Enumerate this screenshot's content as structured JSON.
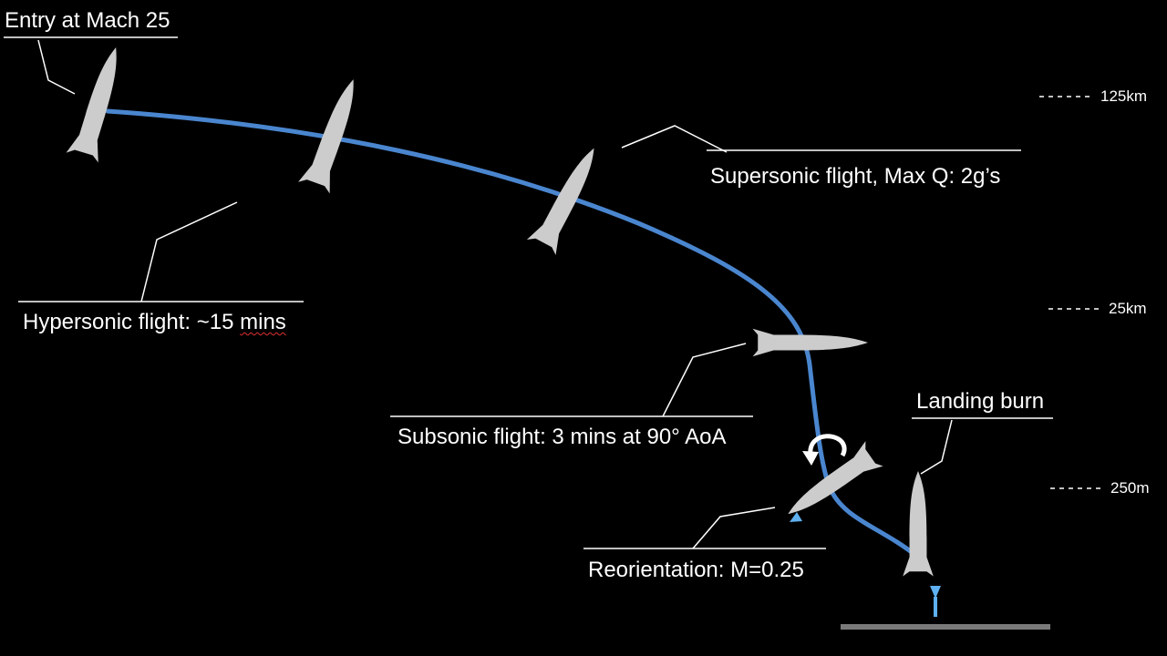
{
  "colors": {
    "background": "#000000",
    "trajectory": "#4a86cf",
    "rocket": "#cccccc",
    "thrust": "#5fb0f0",
    "text": "#ffffff",
    "ground": "#7a7a7a"
  },
  "labels": {
    "entry": "Entry at Mach 25",
    "hypersonic_prefix": "Hypersonic flight: ~15 ",
    "hypersonic_suffix": "mins",
    "supersonic": "Supersonic flight, Max Q: 2g’s",
    "subsonic": "Subsonic flight: 3 mins at 90° AoA",
    "reorientation": "Reorientation: M=0.25",
    "landing": "Landing burn"
  },
  "altitudes": {
    "high": "125km",
    "mid": "25km",
    "low": "250m"
  },
  "icons": {
    "rocket": "rocket-icon",
    "rotation": "rotation-arrow-icon",
    "thrust": "thrust-flame-icon"
  }
}
